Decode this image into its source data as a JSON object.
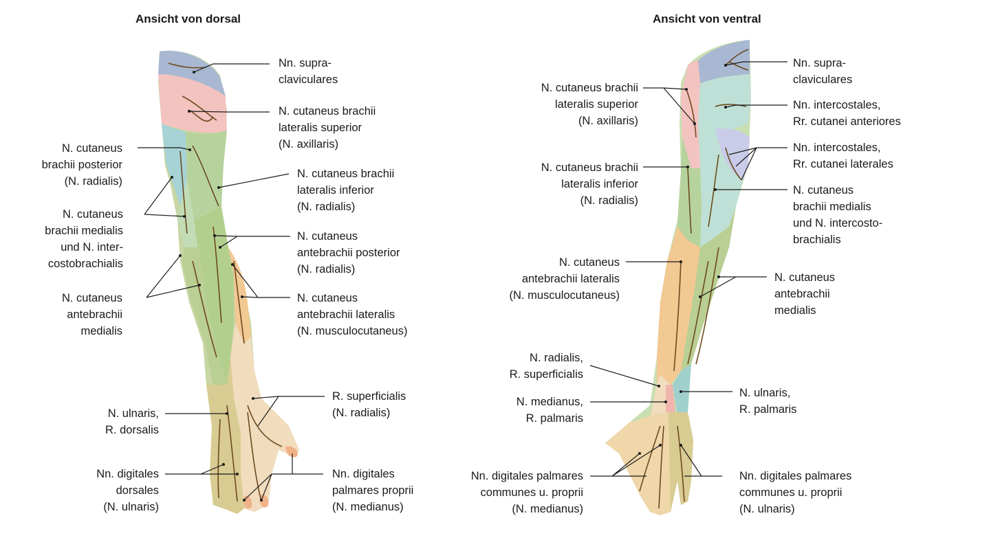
{
  "titles": {
    "dorsal": "Ansicht von dorsal",
    "ventral": "Ansicht von ventral"
  },
  "dorsal_labels": {
    "supraclav": [
      "Nn. supra-",
      "claviculares"
    ],
    "brachii_lat_sup": [
      "N. cutaneus brachii",
      "lateralis superior",
      "(N. axillaris)"
    ],
    "brachii_post": [
      "N. cutaneus",
      "brachii posterior",
      "(N. radialis)"
    ],
    "brachii_lat_inf": [
      "N. cutaneus brachii",
      "lateralis inferior",
      "(N. radialis)"
    ],
    "brachii_med": [
      "N. cutaneus",
      "brachii medialis",
      "und N. inter-",
      "costobrachialis"
    ],
    "antebrachii_post": [
      "N. cutaneus",
      "antebrachii posterior",
      "(N. radialis)"
    ],
    "antebrachii_med": [
      "N. cutaneus",
      "antebrachii",
      "medialis"
    ],
    "antebrachii_lat": [
      "N. cutaneus",
      "antebrachii lateralis",
      "(N. musculocutaneus)"
    ],
    "r_superficialis": [
      "R. superficialis",
      "(N. radialis)"
    ],
    "ulnaris_dorsalis": [
      "N. ulnaris,",
      "R. dorsalis"
    ],
    "digitales_dorsales": [
      "Nn. digitales",
      "dorsales",
      "(N. ulnaris)"
    ],
    "digitales_palm_propr": [
      "Nn. digitales",
      "palmares proprii",
      "(N. medianus)"
    ]
  },
  "ventral_labels": {
    "supraclav": [
      "Nn. supra-",
      "claviculares"
    ],
    "brachii_lat_sup": [
      "N. cutaneus brachii",
      "lateralis superior",
      "(N. axillaris)"
    ],
    "intercostales_ant": [
      "Nn. intercostales,",
      "Rr. cutanei anteriores"
    ],
    "intercostales_lat": [
      "Nn. intercostales,",
      "Rr. cutanei laterales"
    ],
    "brachii_lat_inf": [
      "N. cutaneus brachii",
      "lateralis inferior",
      "(N. radialis)"
    ],
    "brachii_med": [
      "N. cutaneus",
      "brachii medialis",
      "und N. intercosto-",
      "brachialis"
    ],
    "antebrachii_lat": [
      "N. cutaneus",
      "antebrachii lateralis",
      "(N. musculocutaneus)"
    ],
    "antebrachii_med": [
      "N. cutaneus",
      "antebrachii",
      "medialis"
    ],
    "radialis_superf": [
      "N. radialis,",
      "R. superficialis"
    ],
    "ulnaris_palmaris": [
      "N. ulnaris,",
      "R. palmaris"
    ],
    "medianus_palmaris": [
      "N. medianus,",
      "R. palmaris"
    ],
    "digit_palm_medianus": [
      "Nn. digitales palmares",
      "communes u. proprii",
      "(N. medianus)"
    ],
    "digit_palm_ulnaris": [
      "Nn. digitales palmares",
      "communes u. proprii",
      "(N. ulnaris)"
    ]
  },
  "colors": {
    "supraclavicular": "#a9b8d2",
    "axillary": "#f3c3c0",
    "radial_posterior": "#a7d3d6",
    "green_zone": "#b7d39d",
    "musculocutaneous": "#f2c893",
    "radial_superficial": "#f1dcbe",
    "ulnar_hand": "#d9cc92",
    "forearm_medial": "#b9cf93",
    "intercostal": "#bfe0d6",
    "lateral_intercostal": "#c9cbe8",
    "median_palmar": "#f0b6ad",
    "ulnar_palmar": "#9fd0cc",
    "nerve_line": "#6b4a1e",
    "leader_line": "#1a1a1a"
  }
}
